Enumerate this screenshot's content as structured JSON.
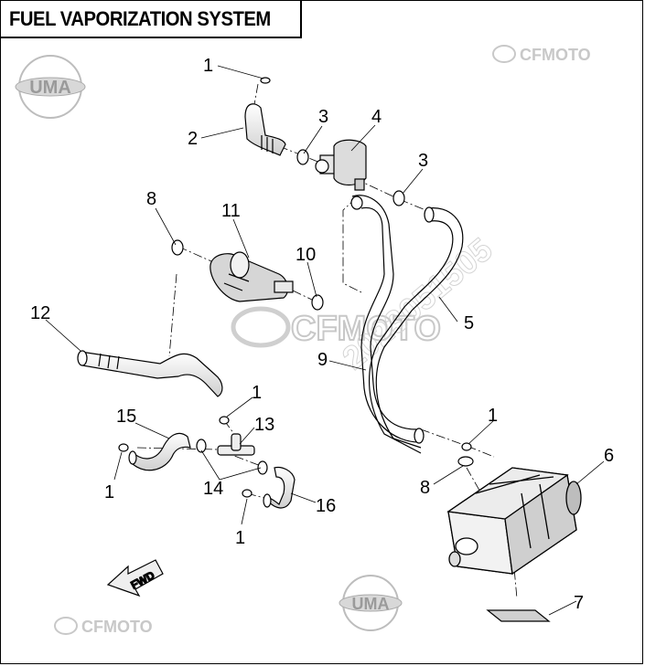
{
  "title": "FUEL VAPORIZATION SYSTEM",
  "brand": {
    "name": "CFMOTO",
    "badge": "UMA",
    "watermark_id": "2023051505"
  },
  "callouts": [
    "1",
    "2",
    "3",
    "4",
    "3",
    "8",
    "11",
    "10",
    "5",
    "12",
    "9",
    "1",
    "13",
    "15",
    "14",
    "16",
    "1",
    "1",
    "1",
    "8",
    "6",
    "7"
  ],
  "fwd_label": "FWD",
  "colors": {
    "line": "#000000",
    "part_fill": "#f4f4f4",
    "shade": "#bdbdbd",
    "watermark": "#c8c8c8"
  }
}
